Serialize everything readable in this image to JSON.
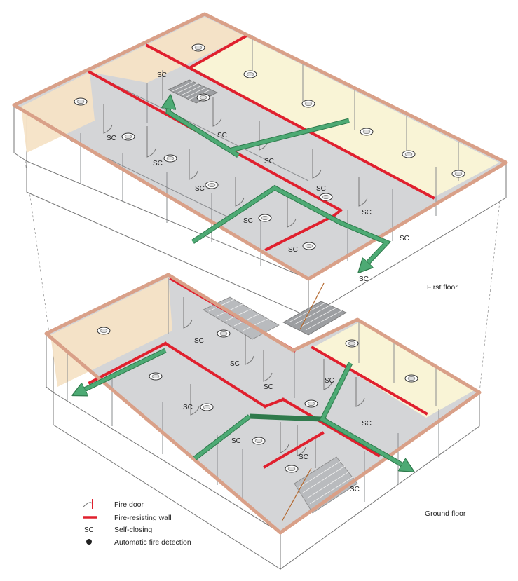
{
  "floors": {
    "first": {
      "label": "First floor"
    },
    "ground": {
      "label": "Ground floor"
    }
  },
  "self_closing_mark": "SC",
  "legend": {
    "items": [
      {
        "symbol": "SC-placeholder",
        "label": "Fire door",
        "icon": "fire-door-icon"
      },
      {
        "symbol": "",
        "label": "Fire-resisting wall",
        "icon": "fire-wall-icon"
      },
      {
        "symbol": "SC",
        "label": "Self-closing",
        "icon": ""
      },
      {
        "symbol": "",
        "label": "Automatic fire detection",
        "icon": "detector-icon"
      }
    ]
  },
  "colors": {
    "outer_wall": "#d9a088",
    "fire_wall": "#e0202e",
    "escape_arrow": "#4daa74",
    "floor": "#d4d5d7",
    "room_warm": "#f6e3c6",
    "room_cream": "#fbf6d6",
    "partition": "#8a8c8f"
  }
}
